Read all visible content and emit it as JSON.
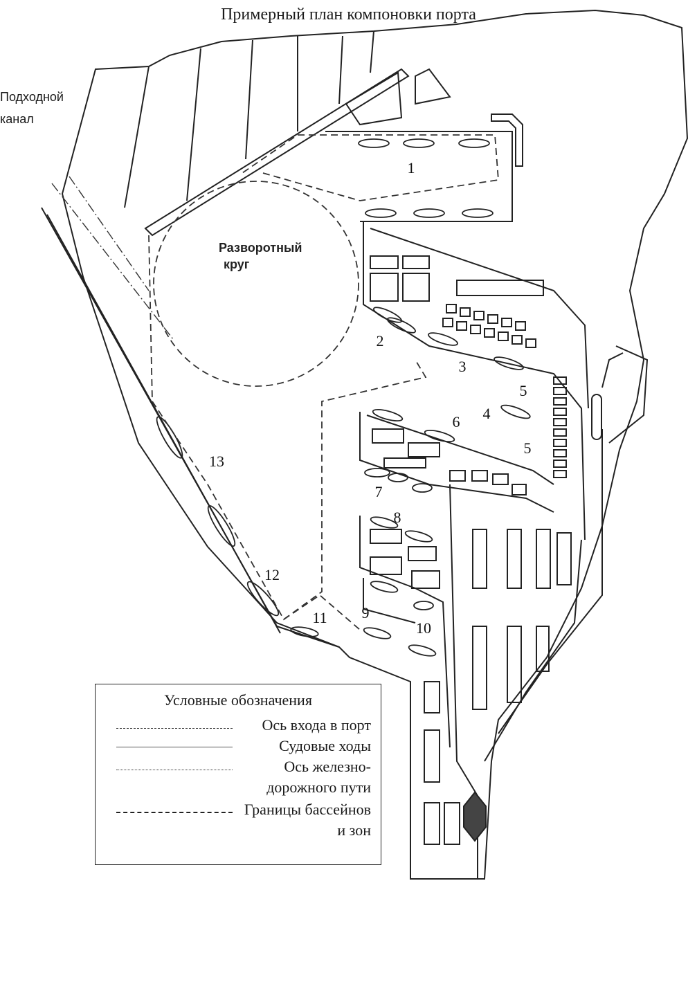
{
  "title": "Примерный план компоновки порта",
  "approach_channel": {
    "line1": "Подходной",
    "line2": "канал"
  },
  "turning_circle": {
    "line1": "Разворотный",
    "line2": "круг"
  },
  "zone_labels": [
    "1",
    "2",
    "3",
    "4",
    "5",
    "5",
    "6",
    "7",
    "8",
    "9",
    "10",
    "11",
    "12",
    "13"
  ],
  "legend": {
    "title": "Условные обозначения",
    "items": [
      {
        "label": "Ось входа в порт",
        "style": "dash-dot"
      },
      {
        "label": "Судовые ходы",
        "style": "solid-thin"
      },
      {
        "label_line1": "Ось железно-",
        "label_line2": "дорожного пути",
        "style": "dash-dot-dot"
      },
      {
        "label_line1": "Границы  бассейнов",
        "label_line2": "и зон",
        "style": "dashed"
      }
    ]
  }
}
